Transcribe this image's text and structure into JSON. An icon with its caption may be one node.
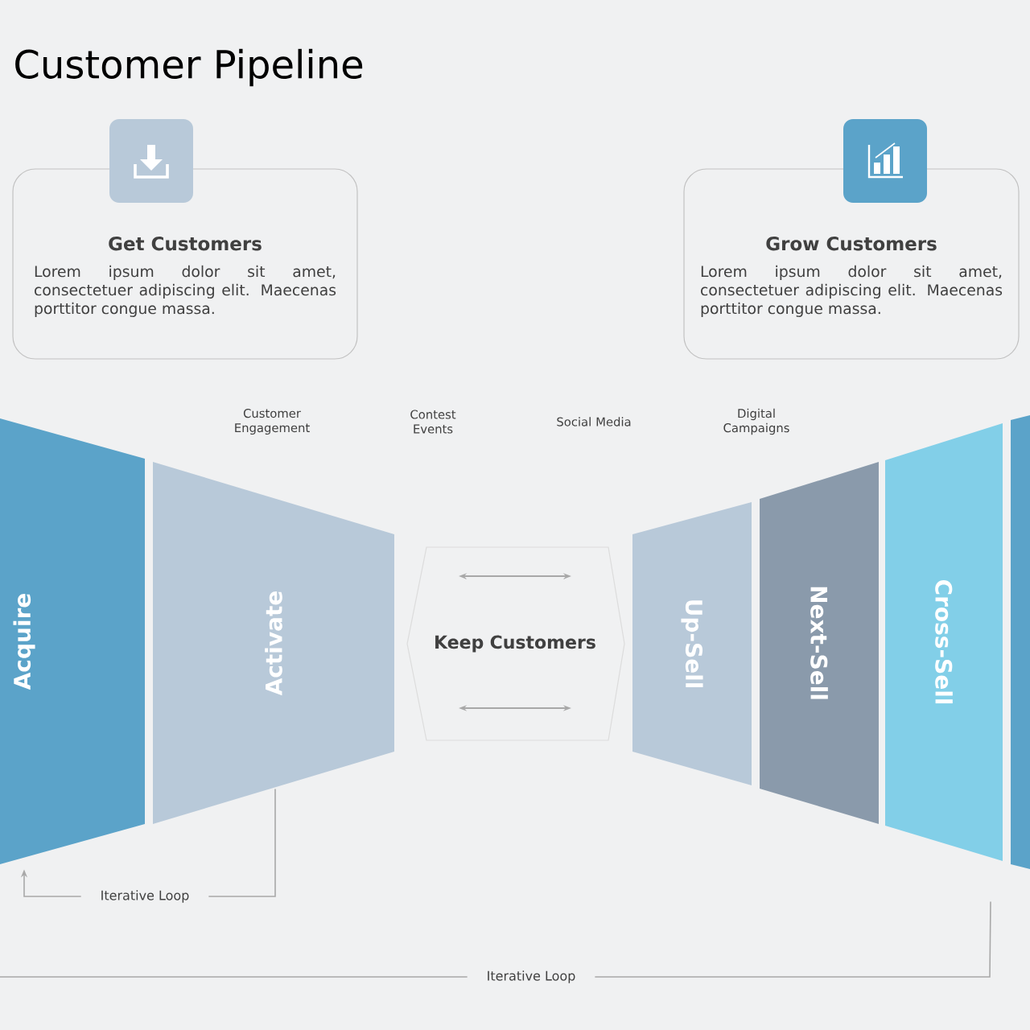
{
  "diagram": {
    "title": "Customer Pipeline",
    "nodes": [
      {
        "text": [
          "Get Customers",
          "Lorem ipsum dolor sit amet, consectetuer adipiscing elit. Maecenas porttitor congue massa."
        ]
      },
      {
        "text": [
          "Grow Customers",
          "Lorem ipsum dolor sit amet, consectetuer adipiscing elit. Maecenas porttitor congue massa."
        ]
      },
      {
        "text": [
          "Acquire"
        ]
      },
      {
        "text": [
          "Activate"
        ]
      },
      {
        "text": [
          "Keep Customers"
        ]
      },
      {
        "text": [
          "Up-Sell"
        ]
      },
      {
        "text": [
          "Next-Sell"
        ]
      },
      {
        "text": [
          "Cross-Sell"
        ]
      },
      {
        "text": [],
        "shape": "box"
      }
    ],
    "edges": [
      {
        "from": 3,
        "to": 2,
        "arrow": "to",
        "label": "Iterative Loop"
      },
      {
        "from": 7,
        "to": null,
        "arrow": "none",
        "label": "Iterative Loop"
      }
    ],
    "labels": [
      "Customer Engagement",
      "Contest Events",
      "Social Media",
      "Digital Campaigns"
    ]
  }
}
